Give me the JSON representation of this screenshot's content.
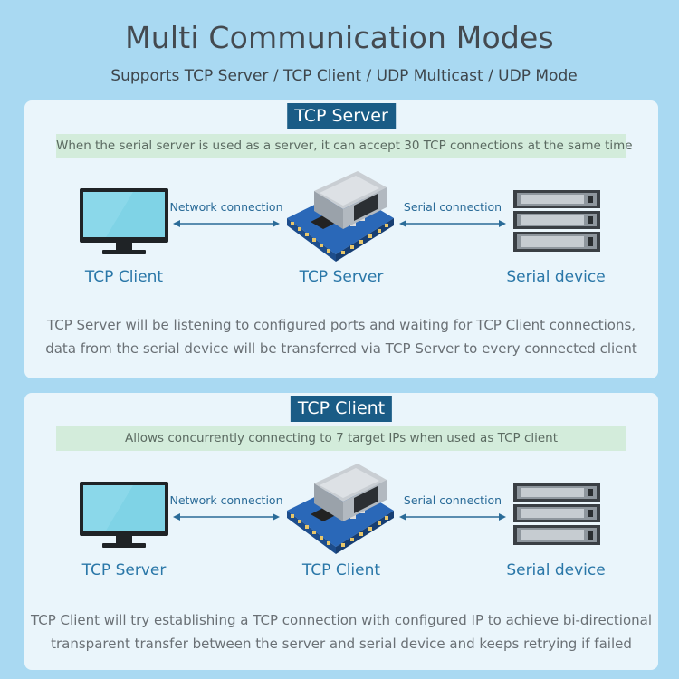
{
  "header": {
    "title": "Multi Communication Modes",
    "subtitle": "Supports TCP Server / TCP Client / UDP Multicast / UDP Mode"
  },
  "sections": [
    {
      "tag": "TCP Server",
      "banner": "When the serial server is used as a server, it can accept 30 TCP connections at the same time",
      "left_label": "TCP Client",
      "center_label": "TCP Server",
      "right_label": "Serial device",
      "left_arrow_label": "Network connection",
      "right_arrow_label": "Serial connection",
      "desc_line1": "TCP Server will be listening to configured ports and waiting for TCP Client connections,",
      "desc_line2": "data from the serial device will be transferred via TCP Server to every connected client"
    },
    {
      "tag": "TCP Client",
      "banner": "Allows concurrently connecting to 7 target IPs when used as TCP client",
      "left_label": "TCP Server",
      "center_label": "TCP Client",
      "right_label": "Serial device",
      "left_arrow_label": "Network connection",
      "right_arrow_label": "Serial connection",
      "desc_line1": "TCP Client will try establishing a TCP connection with configured IP to achieve bi-directional",
      "desc_line2": "transparent transfer between the server and serial device and keeps retrying if failed"
    }
  ],
  "colors": {
    "background": "#a9d9f2",
    "card": "#eaf5fb",
    "tag": "#1a5c86",
    "banner": "#d3ecdb",
    "label": "#2a77a8",
    "module_pcb": "#2a68b8"
  },
  "icons": [
    "monitor-icon",
    "serial-server-module-icon",
    "server-rack-icon",
    "double-arrow-icon"
  ]
}
